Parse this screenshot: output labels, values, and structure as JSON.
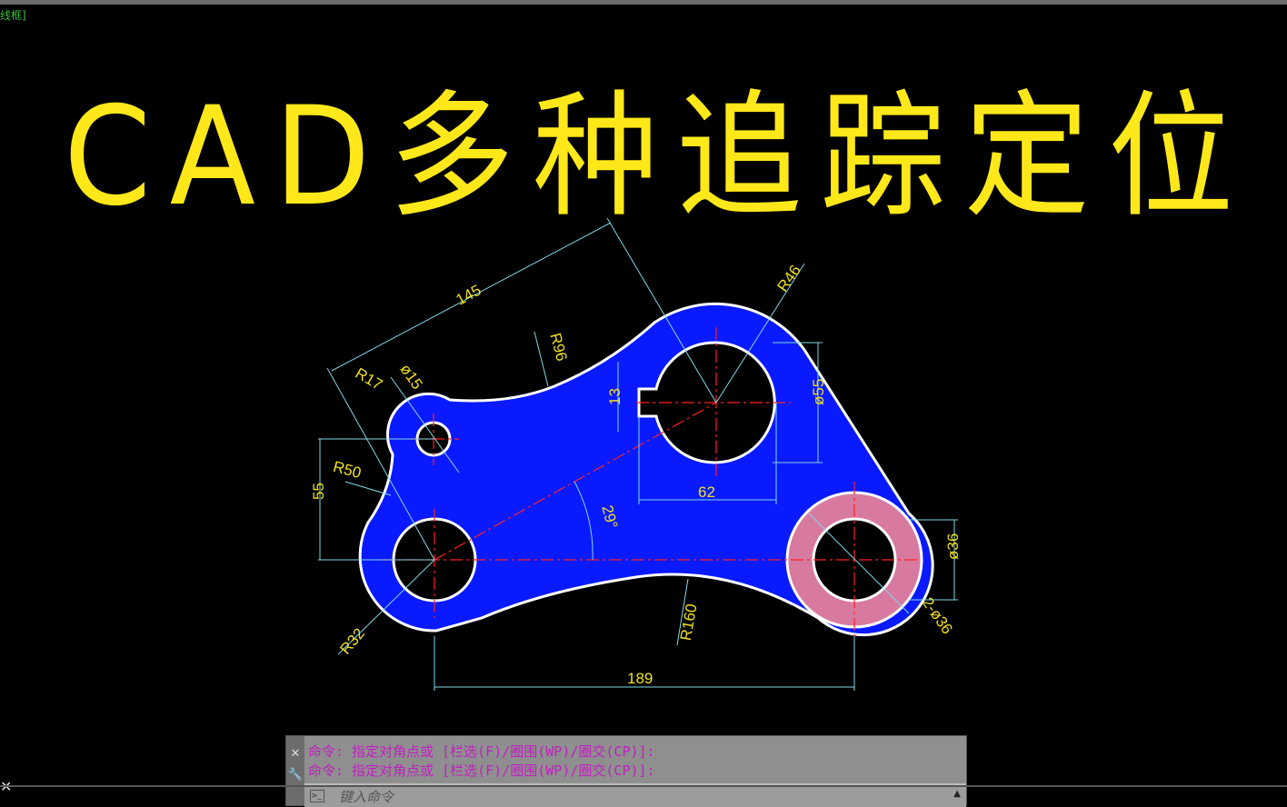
{
  "viewport_label": "线框]",
  "title": "CAD多种追踪定位",
  "drawing": {
    "colors": {
      "fill": "#0a1aff",
      "ring": "#d87aa0",
      "outline": "#ffffff",
      "center": "#ff2020",
      "dim_line": "#7fd8e8",
      "dim_text": "#f0e020",
      "title": "#ffe81a"
    },
    "dimensions": {
      "d145": "145",
      "r96": "R96",
      "r17": "R17",
      "d15": "ø15",
      "r46": "R46",
      "d13": "13",
      "d55dia": "ø55",
      "d62": "62",
      "r50": "R50",
      "d55": "55",
      "a29": "29°",
      "d36": "ø36",
      "r32": "R32",
      "r160": "R160",
      "d2x36": "2-ø36",
      "d189": "189"
    }
  },
  "command": {
    "lines": [
      "命令: 指定对角点或 [栏选(F)/圈围(WP)/圈交(CP)]:",
      "命令: 指定对角点或 [栏选(F)/圈围(WP)/圈交(CP)]:"
    ],
    "placeholder": "键入命令"
  }
}
